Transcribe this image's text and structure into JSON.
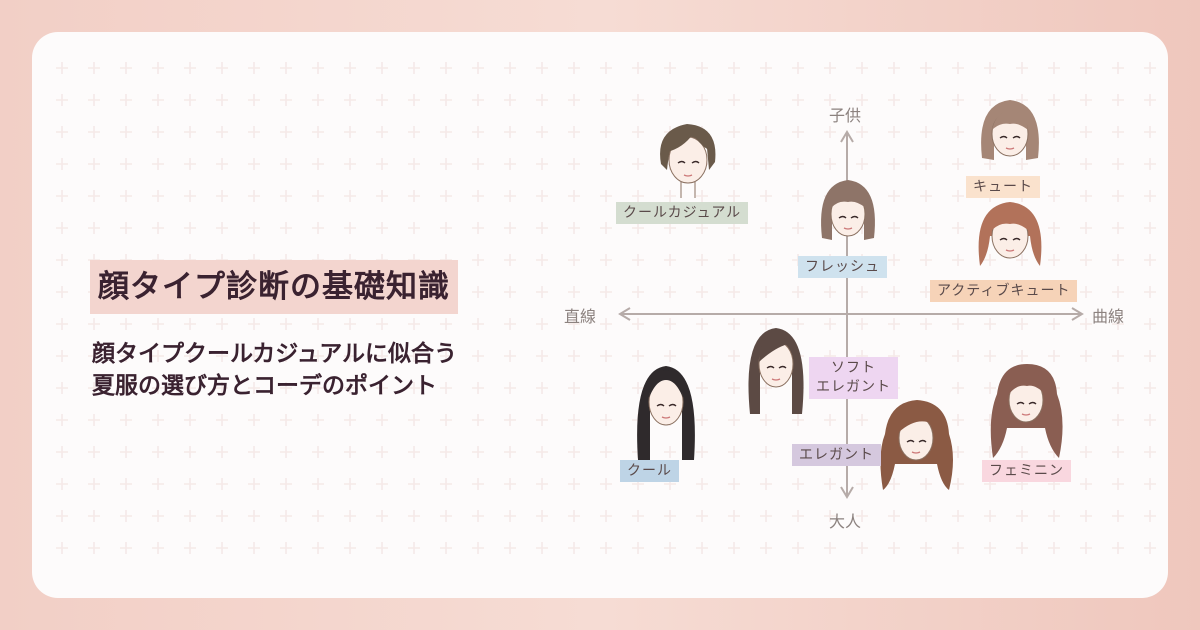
{
  "title": "顔タイプ診断の基礎知識",
  "subtitle_lines": [
    "顔タイプクールカジュアルに似合う",
    "夏服の選び方とコーデのポイント"
  ],
  "axes": {
    "top": "子供",
    "bottom": "大人",
    "left": "直線",
    "right": "曲線"
  },
  "types": {
    "cool_casual": "クールカジュアル",
    "cute": "キュート",
    "fresh": "フレッシュ",
    "active_cute": "アクティブキュート",
    "soft_elegant_1": "ソフト",
    "soft_elegant_2": "エレガント",
    "cool": "クール",
    "elegant": "エレガント",
    "feminine": "フェミニン"
  },
  "colors": {
    "background": "#f2cfc6",
    "card": "#fdfbfb",
    "title_highlight": "#f3d5cf",
    "title_text": "#3a2230",
    "axis": "#b6aba8",
    "tag_cool_casual": "#d4ddd0",
    "tag_cute": "#fae2cd",
    "tag_fresh": "#cfe2ee",
    "tag_active_cute": "#f6d3b8",
    "tag_soft_elegant": "#eed6f1",
    "tag_cool": "#bed4e6",
    "tag_elegant": "#d5c8de",
    "tag_feminine": "#f9d7df"
  },
  "icons": [
    "face-illustration"
  ]
}
